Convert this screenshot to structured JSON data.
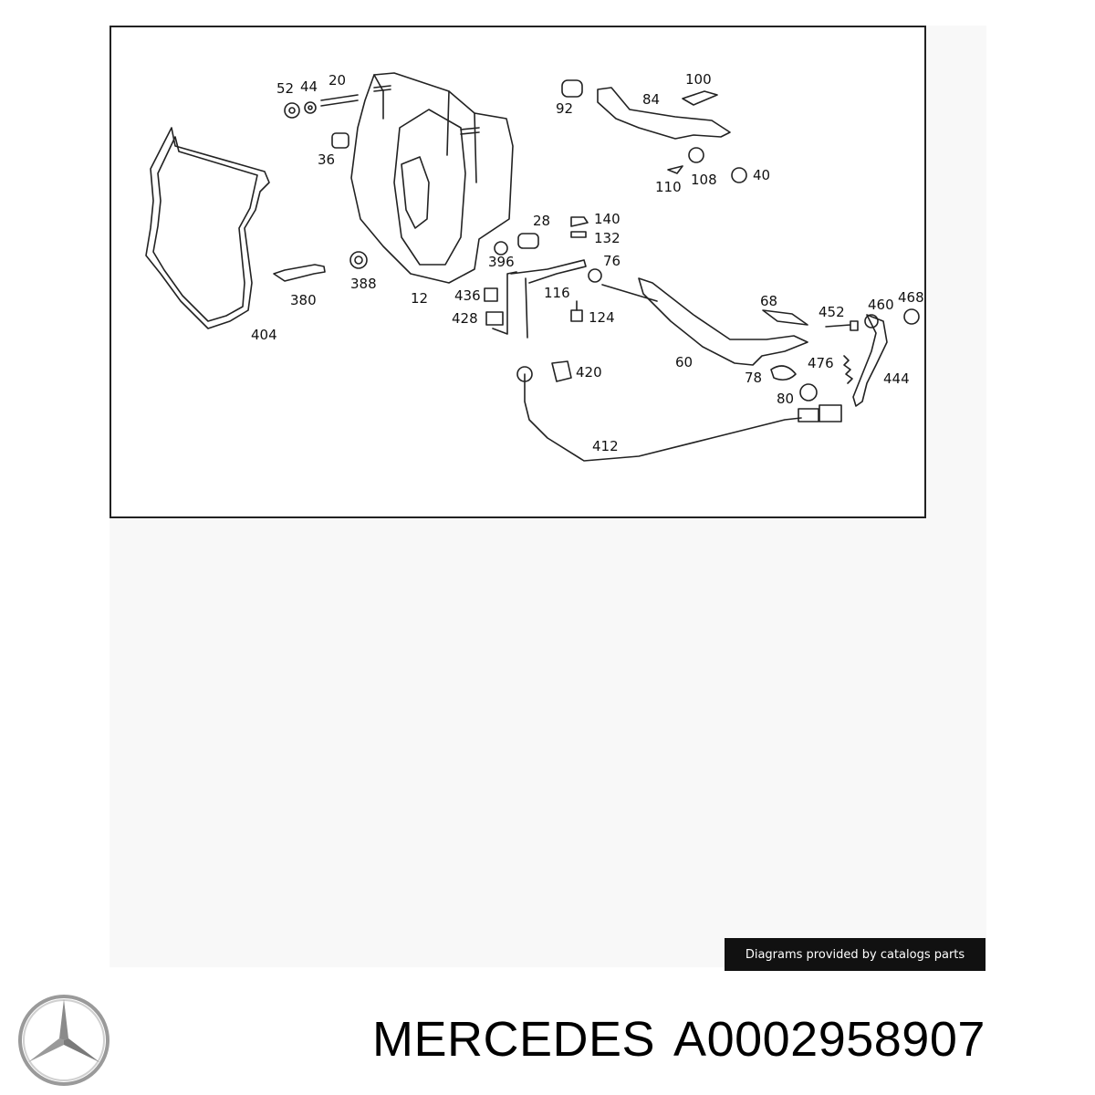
{
  "diagram": {
    "callouts": [
      {
        "id": "c52",
        "text": "52"
      },
      {
        "id": "c44",
        "text": "44"
      },
      {
        "id": "c20",
        "text": "20"
      },
      {
        "id": "c36",
        "text": "36"
      },
      {
        "id": "c404",
        "text": "404"
      },
      {
        "id": "c380",
        "text": "380"
      },
      {
        "id": "c388",
        "text": "388"
      },
      {
        "id": "c12",
        "text": "12"
      },
      {
        "id": "c28",
        "text": "28"
      },
      {
        "id": "c396",
        "text": "396"
      },
      {
        "id": "c140",
        "text": "140"
      },
      {
        "id": "c132",
        "text": "132"
      },
      {
        "id": "c100",
        "text": "100"
      },
      {
        "id": "c84",
        "text": "84"
      },
      {
        "id": "c92",
        "text": "92"
      },
      {
        "id": "c110",
        "text": "110"
      },
      {
        "id": "c108",
        "text": "108"
      },
      {
        "id": "c40",
        "text": "40"
      },
      {
        "id": "c76",
        "text": "76"
      },
      {
        "id": "c436",
        "text": "436"
      },
      {
        "id": "c116",
        "text": "116"
      },
      {
        "id": "c428",
        "text": "428"
      },
      {
        "id": "c124",
        "text": "124"
      },
      {
        "id": "c68",
        "text": "68"
      },
      {
        "id": "c452",
        "text": "452"
      },
      {
        "id": "c460",
        "text": "460"
      },
      {
        "id": "c468",
        "text": "468"
      },
      {
        "id": "c60",
        "text": "60"
      },
      {
        "id": "c420",
        "text": "420"
      },
      {
        "id": "c476",
        "text": "476"
      },
      {
        "id": "c78",
        "text": "78"
      },
      {
        "id": "c444",
        "text": "444"
      },
      {
        "id": "c80",
        "text": "80"
      },
      {
        "id": "c412",
        "text": "412"
      }
    ]
  },
  "credit": "Diagrams provided by catalogs parts",
  "footer": {
    "brand": "MERCEDES",
    "part_number": "A0002958907"
  },
  "logo_icon": "mercedes-star-icon"
}
